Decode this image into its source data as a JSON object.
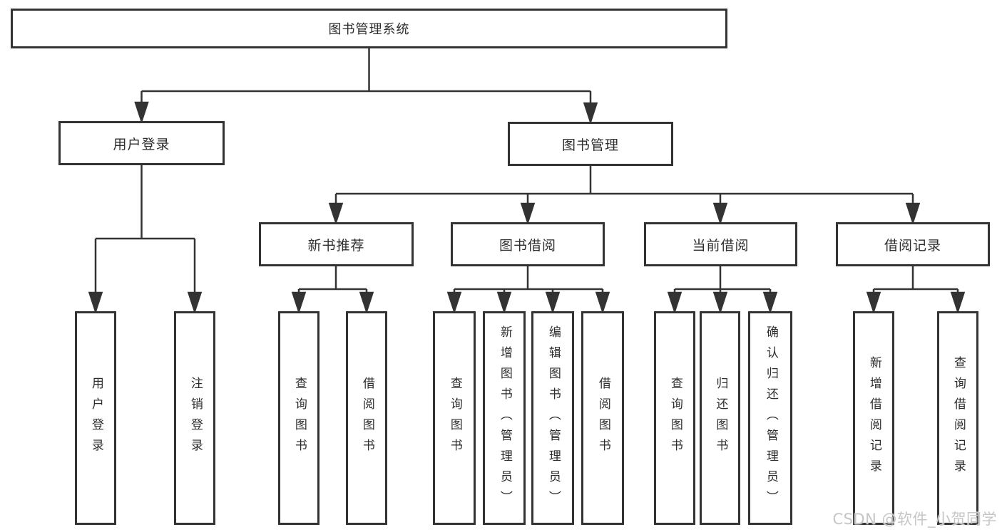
{
  "diagram_type": "hierarchy",
  "tree": {
    "root": "图书管理系统",
    "children": [
      {
        "label": "用户登录",
        "children": [
          "用户登录",
          "注销登录"
        ]
      },
      {
        "label": "图书管理",
        "children": [
          {
            "label": "新书推荐",
            "children": [
              "查询图书",
              "借阅图书"
            ]
          },
          {
            "label": "图书借阅",
            "children": [
              "查询图书",
              "新增图书（管理员）",
              "编辑图书（管理员）",
              "借阅图书"
            ]
          },
          {
            "label": "当前借阅",
            "children": [
              "查询图书",
              "归还图书",
              "确认归还（管理员）"
            ]
          },
          {
            "label": "借阅记录",
            "children": [
              "新增借阅记录",
              "查询借阅记录"
            ]
          }
        ]
      }
    ]
  },
  "watermark": "CSDN @软件_小贺同学",
  "colors": {
    "line": "#333333",
    "box_border": "#333333",
    "text": "#2d2d2d",
    "background": "#ffffff",
    "watermark_text": "#c6c6c6"
  }
}
